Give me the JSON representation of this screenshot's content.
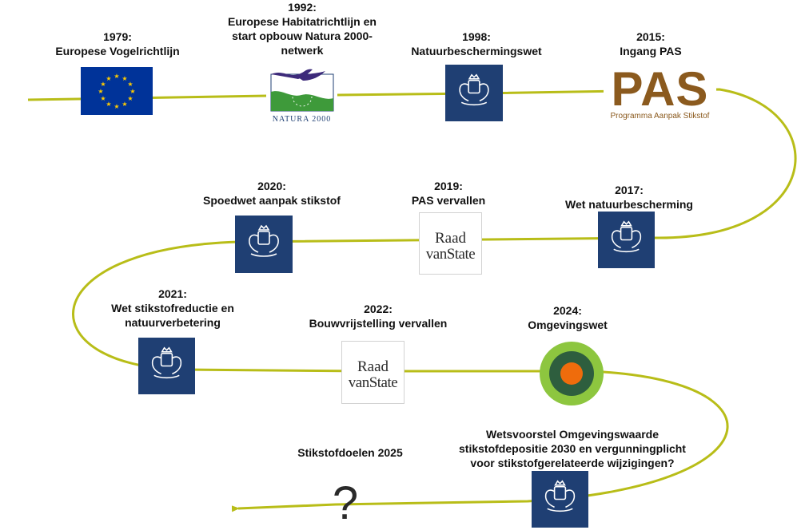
{
  "colors": {
    "line": "#b8bd18",
    "crest_bg": "#1f3f73",
    "eu_blue": "#003399",
    "eu_star": "#ffcc00",
    "pas_brown": "#8b5a1e",
    "omgeving_outer": "#8dc63f",
    "omgeving_mid": "#2e5e3e",
    "omgeving_inner": "#ef6c0c"
  },
  "events": {
    "e1979": {
      "year": "1979:",
      "title": "Europese Vogelrichtlijn",
      "icon": "eu-flag-icon"
    },
    "e1992": {
      "year": "1992:",
      "title_line1": "Europese Habitatrichtlijn en",
      "title_line2": "start opbouw Natura 2000-",
      "title_line3": "netwerk",
      "logo_text": "NATURA 2000",
      "icon": "natura-2000-logo"
    },
    "e1998": {
      "year": "1998:",
      "title": "Natuurbeschermingswet",
      "icon": "royal-crest-icon"
    },
    "e2015": {
      "year": "2015:",
      "title": "Ingang PAS",
      "logo_big": "PAS",
      "logo_small": "Programma Aanpak Stikstof",
      "icon": "pas-logo"
    },
    "e2017": {
      "year": "2017:",
      "title": "Wet natuurbescherming",
      "icon": "royal-crest-icon"
    },
    "e2019": {
      "year": "2019:",
      "title": "PAS vervallen",
      "logo_line1": "Raad",
      "logo_line2": "vanState",
      "icon": "raad-van-state-logo"
    },
    "e2020": {
      "year": "2020:",
      "title": "Spoedwet aanpak stikstof",
      "icon": "royal-crest-icon"
    },
    "e2021": {
      "year": "2021:",
      "title_line1": "Wet stikstofreductie en",
      "title_line2": "natuurverbetering",
      "icon": "royal-crest-icon"
    },
    "e2022": {
      "year": "2022:",
      "title": "Bouwvrijstelling vervallen",
      "logo_line1": "Raad",
      "logo_line2": "vanState",
      "icon": "raad-van-state-logo"
    },
    "e2024": {
      "year": "2024:",
      "title": "Omgevingswet",
      "icon": "omgevingswet-target-icon"
    },
    "e2025": {
      "title": "Stikstofdoelen 2025",
      "symbol": "?",
      "icon": "question-mark-icon"
    },
    "eproposal": {
      "title_line1": "Wetsvoorstel Omgevingswaarde",
      "title_line2": "stikstofdepositie 2030 en vergunningplicht",
      "title_line3": "voor stikstofgerelateerde wijzigingen?",
      "icon": "royal-crest-icon"
    }
  }
}
